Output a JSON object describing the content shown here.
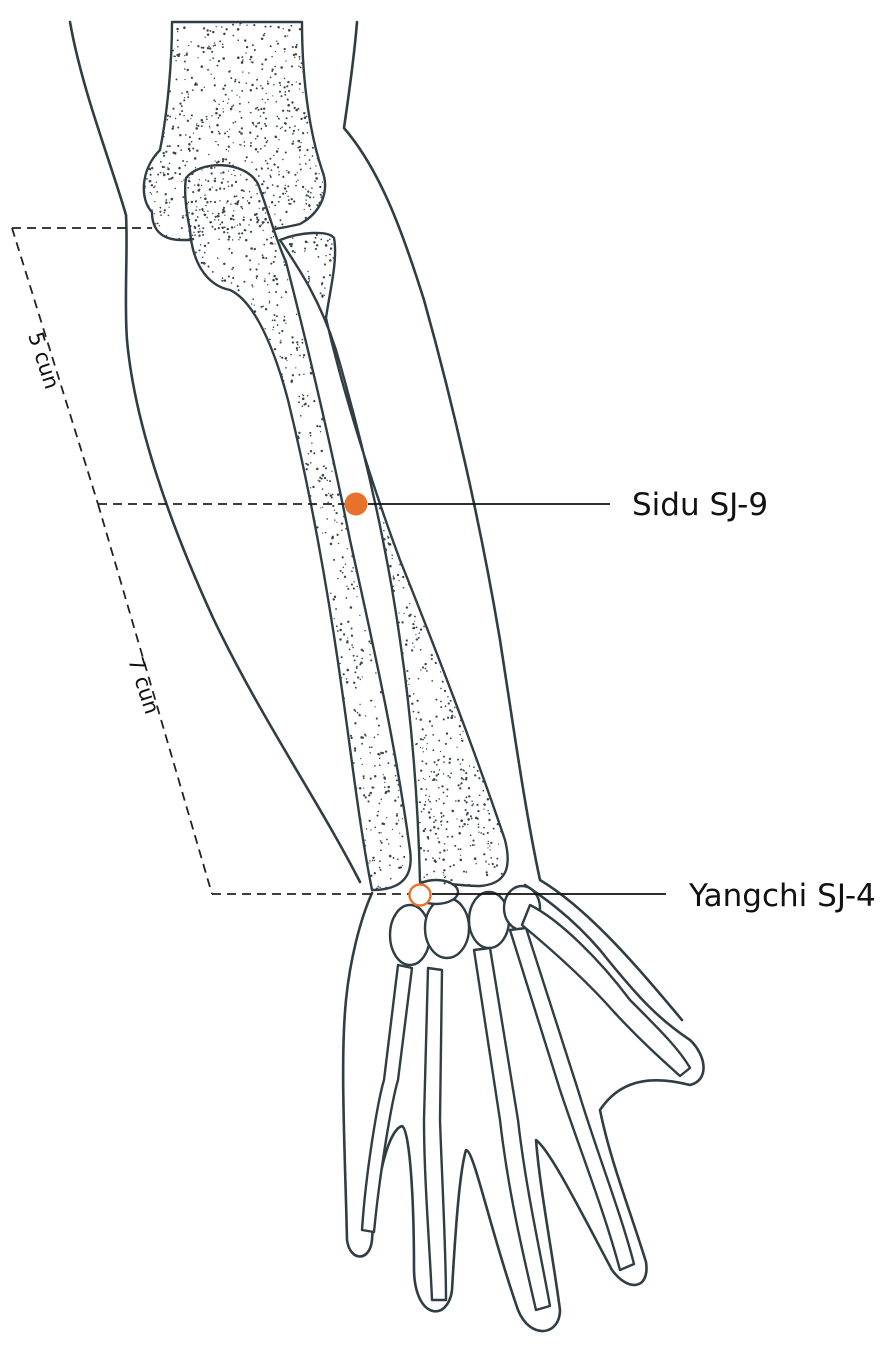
{
  "points": {
    "sidu": {
      "label": "Sidu SJ-9",
      "marker": "filled",
      "color": "#e8722a"
    },
    "yangchi": {
      "label": "Yangchi SJ-4",
      "marker": "hollow",
      "color": "#e8722a"
    }
  },
  "measurements": {
    "upper": "5 cun",
    "lower": "7 cun"
  },
  "colors": {
    "line": "#2f3d44",
    "accent": "#e8722a"
  }
}
